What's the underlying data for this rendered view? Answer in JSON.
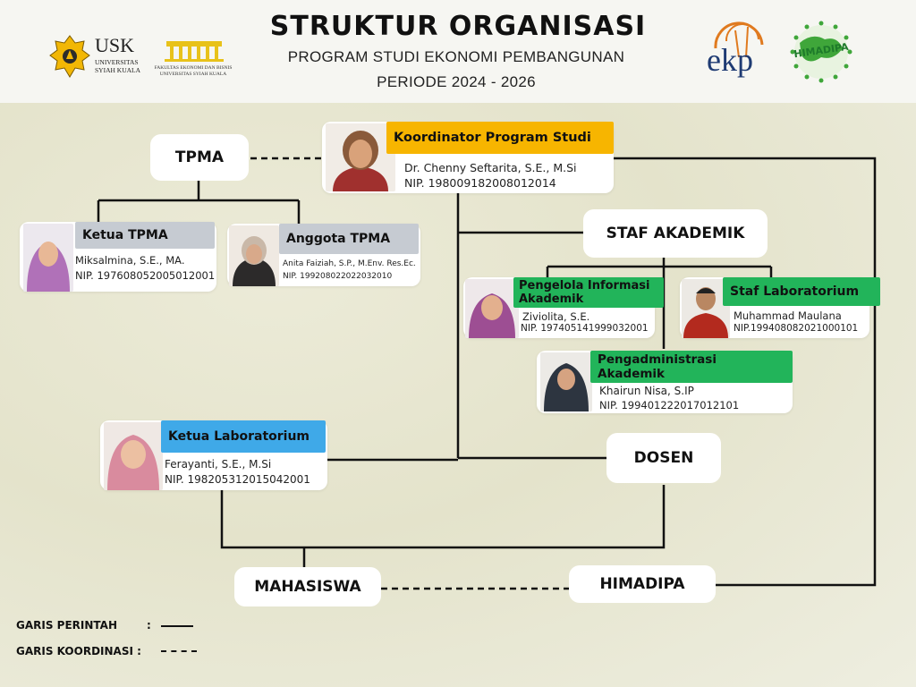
{
  "header": {
    "title": "STRUKTUR ORGANISASI",
    "subtitle": "PROGRAM STUDI EKONOMI PEMBANGUNAN",
    "period": "PERIODE 2024 - 2026"
  },
  "logos": {
    "usk": {
      "name": "USK",
      "line1": "UNIVERSITAS",
      "line2": "SYIAH KUALA"
    },
    "feb": {
      "line1": "FAKULTAS EKONOMI DAN BISNIS",
      "line2": "UNIVERSITAS SYIAH KUALA"
    },
    "ekp": {
      "text": "ekp"
    },
    "himadipa": {
      "text": "HIMADIPA"
    }
  },
  "units": {
    "tpma": "TPMA",
    "staf_akademik": "STAF AKADEMIK",
    "dosen": "DOSEN",
    "mahasiswa": "MAHASISWA",
    "himadipa": "HIMADIPA"
  },
  "people": {
    "koordinator": {
      "role": "Koordinator Program Studi",
      "name": "Dr. Chenny Seftarita, S.E., M.Si",
      "nip": "NIP. 198009182008012014"
    },
    "ketua_tpma": {
      "role": "Ketua TPMA",
      "name": "Miksalmina, S.E., MA.",
      "nip": "NIP. 197608052005012001"
    },
    "anggota_tpma": {
      "role": "Anggota TPMA",
      "name": "Anita Faiziah, S.P., M.Env. Res.Ec.",
      "nip": "NIP. 199208022022032010"
    },
    "pengelola": {
      "role_line1": "Pengelola Informasi",
      "role_line2": "Akademik",
      "name": "Ziviolita, S.E.",
      "nip": "NIP. 197405141999032001"
    },
    "staf_lab": {
      "role": "Staf Laboratorium",
      "name": "Muhammad Maulana",
      "nip": "NIP.199408082021000101"
    },
    "pengadministrasi": {
      "role": "Pengadministrasi Akademik",
      "name": "Khairun Nisa, S.IP",
      "nip": "NIP. 199401222017012101"
    },
    "ketua_lab": {
      "role": "Ketua Laboratorium",
      "name": "Ferayanti, S.E., M.Si",
      "nip": "NIP. 198205312015042001"
    }
  },
  "legend": {
    "command": "GARIS PERINTAH",
    "command_sep": ":",
    "coordination": "GARIS KOORDINASI :"
  },
  "colors": {
    "koordinator_label": "#f7b500",
    "tpma_label": "#c6cbd2",
    "staf_label": "#22b45a",
    "lab_label": "#3fa9e8",
    "line": "#111111"
  }
}
